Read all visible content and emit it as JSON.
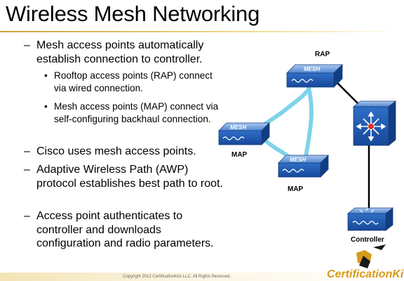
{
  "title": "Wireless Mesh Networking",
  "bullets": [
    {
      "level": 1,
      "text": "Mesh access points automatically establish connection to controller."
    },
    {
      "level": 2,
      "text": "Rooftop access points (RAP) connect via wired connection."
    },
    {
      "level": 2,
      "text": "Mesh access points (MAP) connect via self-configuring backhaul connection."
    },
    {
      "level": 1,
      "text": "Cisco uses mesh access points."
    },
    {
      "level": 1,
      "text": "Adaptive Wireless Path (AWP) protocol establishes best path to root."
    },
    {
      "level": 1,
      "text": "Access point authenticates to controller and downloads configuration and radio parameters."
    }
  ],
  "diagram": {
    "device_mesh_text": "MESH",
    "rap_label": "RAP",
    "map_left_label": "MAP",
    "map_bottom_label": "MAP",
    "controller_label": "Controller"
  },
  "footer": {
    "copyright": "Copyright 2012 CertificationKits LLC. All Rights Reserved.",
    "logo_text": "CertificationKits"
  },
  "colors": {
    "device_blue": "#1f5fb8",
    "device_top": "#6fa0dd",
    "wireless_link": "#7fd3ea",
    "gold": "#d89a1a"
  }
}
